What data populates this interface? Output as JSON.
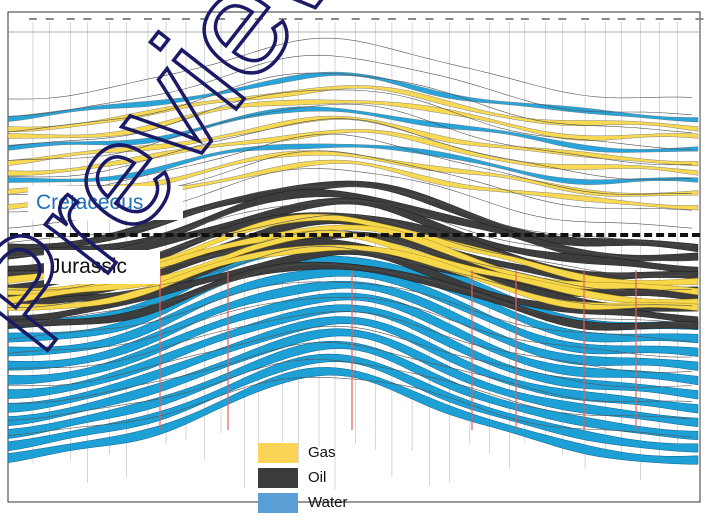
{
  "section": {
    "periods": {
      "upper": "Cretaceous",
      "lower": "Jurassic"
    },
    "colors": {
      "gas": "#f7d84a",
      "oil": "#3d3d3d",
      "water": "#1da0d6",
      "line": "#555555",
      "well": "#e06060"
    }
  },
  "legend": {
    "items": [
      {
        "label": "Gas",
        "color": "#fbd456"
      },
      {
        "label": "Oil",
        "color": "#3b3b3b"
      },
      {
        "label": "Water",
        "color": "#5a9ed6"
      }
    ]
  },
  "watermark": {
    "text": "Preview"
  }
}
